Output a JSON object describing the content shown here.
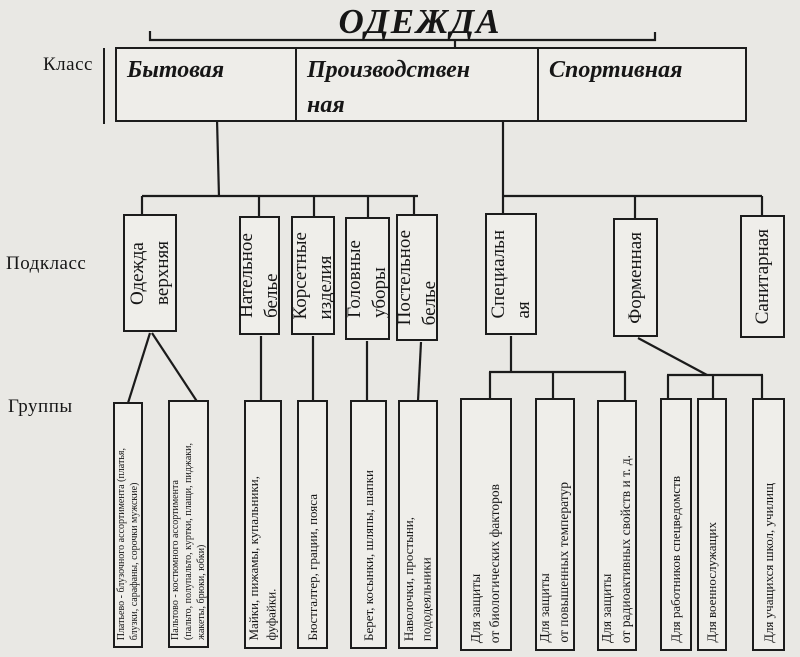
{
  "title": "ОДЕЖДА",
  "row_labels": {
    "class": "Класс",
    "subclass": "Подкласс",
    "groups": "Группы"
  },
  "classes": [
    "Бытовая",
    "Производствен\nная",
    "Спортивная"
  ],
  "subclasses": [
    "Одежда\nверхняя",
    "Нательное\nбелье",
    "Корсетные\nизделия",
    "Головные\nуборы",
    "Постельное\nбелье",
    "Специальн\nая",
    "Форменная",
    "Санитарная"
  ],
  "groups": [
    "Платьево - блузочного ассортимента (платья,\nблузки, сарафаны, сорочки мужские)",
    "Пальтово - костюмного ассортимента\n(пальто, полупальто, куртки, плащи, пиджаки,\nжакеты, брюки, юбки)",
    "Майки, пижамы, купальники,\nфуфайки.",
    "Бюстгалтер, грации, пояса",
    "Берет, косынки, шляпы, шапки",
    "Наволочки, простыни,\nпододеяльники",
    "Для защиты\nот биологических факторов",
    "Для защиты\nот повышенных температур",
    "Для защиты\nот радиоактивных свойств и т. д.",
    "Для работников спецведомств",
    "Для военнослужащих",
    "Для учащихся школ, училищ"
  ],
  "colors": {
    "background": "#e9e8e4",
    "line": "#1b1b1b",
    "box_fill": "#efeeea"
  }
}
